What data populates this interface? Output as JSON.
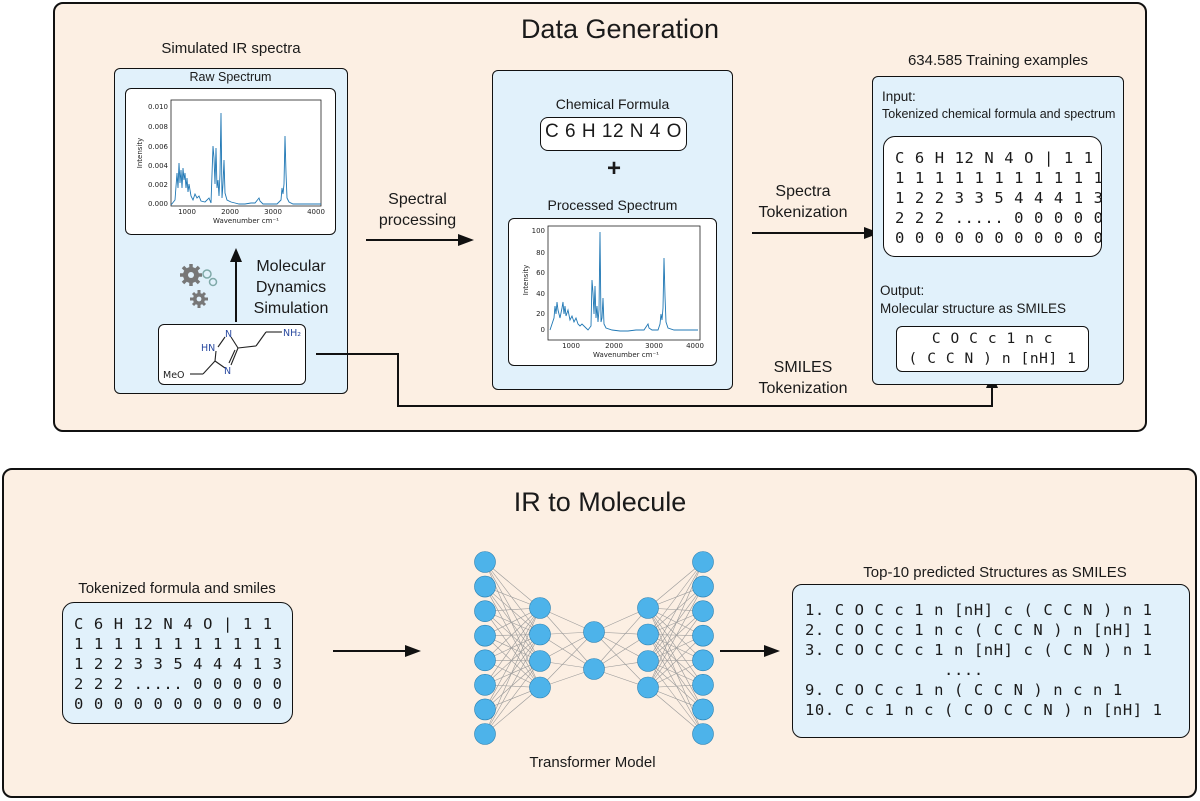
{
  "data_generation": {
    "title": "Data Generation",
    "simulated_ir_label": "Simulated IR spectra",
    "raw_spectrum": {
      "title": "Raw Spectrum",
      "ylabel": "Intensity",
      "xlabel": "Wavenumber cm⁻¹",
      "yticks": [
        "0.010",
        "0.008",
        "0.006",
        "0.004",
        "0.002",
        "0.000"
      ],
      "xticks": [
        "1000",
        "2000",
        "3000",
        "4000"
      ]
    },
    "md_label": [
      "Molecular",
      "Dynamics",
      "Simulation"
    ],
    "molecule": {
      "hn": "HN",
      "n1": "N",
      "n2": "N",
      "nh2": "NH₂",
      "meo": "MeO"
    },
    "spectral_processing": [
      "Spectral",
      "processing"
    ],
    "chemical_formula_label": "Chemical Formula",
    "chemical_formula": "C 6 H 12 N 4 O",
    "plus": "+",
    "processed_spectrum": {
      "title": "Processed Spectrum",
      "ylabel": "Intensity",
      "xlabel": "Wavenumber cm⁻¹",
      "yticks": [
        "100",
        "80",
        "60",
        "40",
        "20",
        "0"
      ],
      "xticks": [
        "1000",
        "2000",
        "3000",
        "4000"
      ]
    },
    "spectra_tokenization": [
      "Spectra",
      "Tokenization"
    ],
    "smiles_tokenization": [
      "SMILES",
      "Tokenization"
    ],
    "training_examples": "634.585 Training examples",
    "input_label": "Input:",
    "input_desc": "Tokenized chemical formula and spectrum",
    "input_tokens": [
      "C 6 H 12 N 4 O | 1 1",
      "1 1 1 1 1 1 1 1 1 1 1",
      "1 2 2 3 3 5 4 4 4 1 3",
      "2 2 2 ..... 0 0 0 0 0",
      "0 0 0 0 0 0 0 0 0 0 0"
    ],
    "output_label": "Output:",
    "output_desc": "Molecular structure as SMILES",
    "output_tokens": [
      "C O C c 1 n c",
      "( C C N ) n [nH] 1"
    ]
  },
  "ir_to_molecule": {
    "title": "IR to Molecule",
    "tokenized_label": "Tokenized formula and smiles",
    "tokens": [
      "C 6 H 12 N 4 O | 1 1",
      "1 1 1 1 1 1 1 1 1 1 1",
      "1 2 2 3 3 5 4 4 4 1 3",
      "2 2 2 ..... 0 0 0 0 0",
      "0 0 0 0 0 0 0 0 0 0 0"
    ],
    "model_label": "Transformer Model",
    "top10_label": "Top-10 predicted Structures as SMILES",
    "predictions": [
      "1. C O C c 1 n [nH] c ( C C N ) n 1",
      "2. C O C c 1 n c ( C C N ) n [nH] 1",
      "3. C O C C c 1 n [nH] c ( C N ) n 1",
      "              ....",
      "9. C O C c 1 n ( C C N ) n c n 1",
      "10. C c 1 n c ( C O C C N ) n [nH] 1"
    ]
  },
  "colors": {
    "panel_bg": "#fcefe3",
    "box_bg": "#e1f1fb",
    "node": "#4db3ea",
    "line": "#1f77b4"
  }
}
